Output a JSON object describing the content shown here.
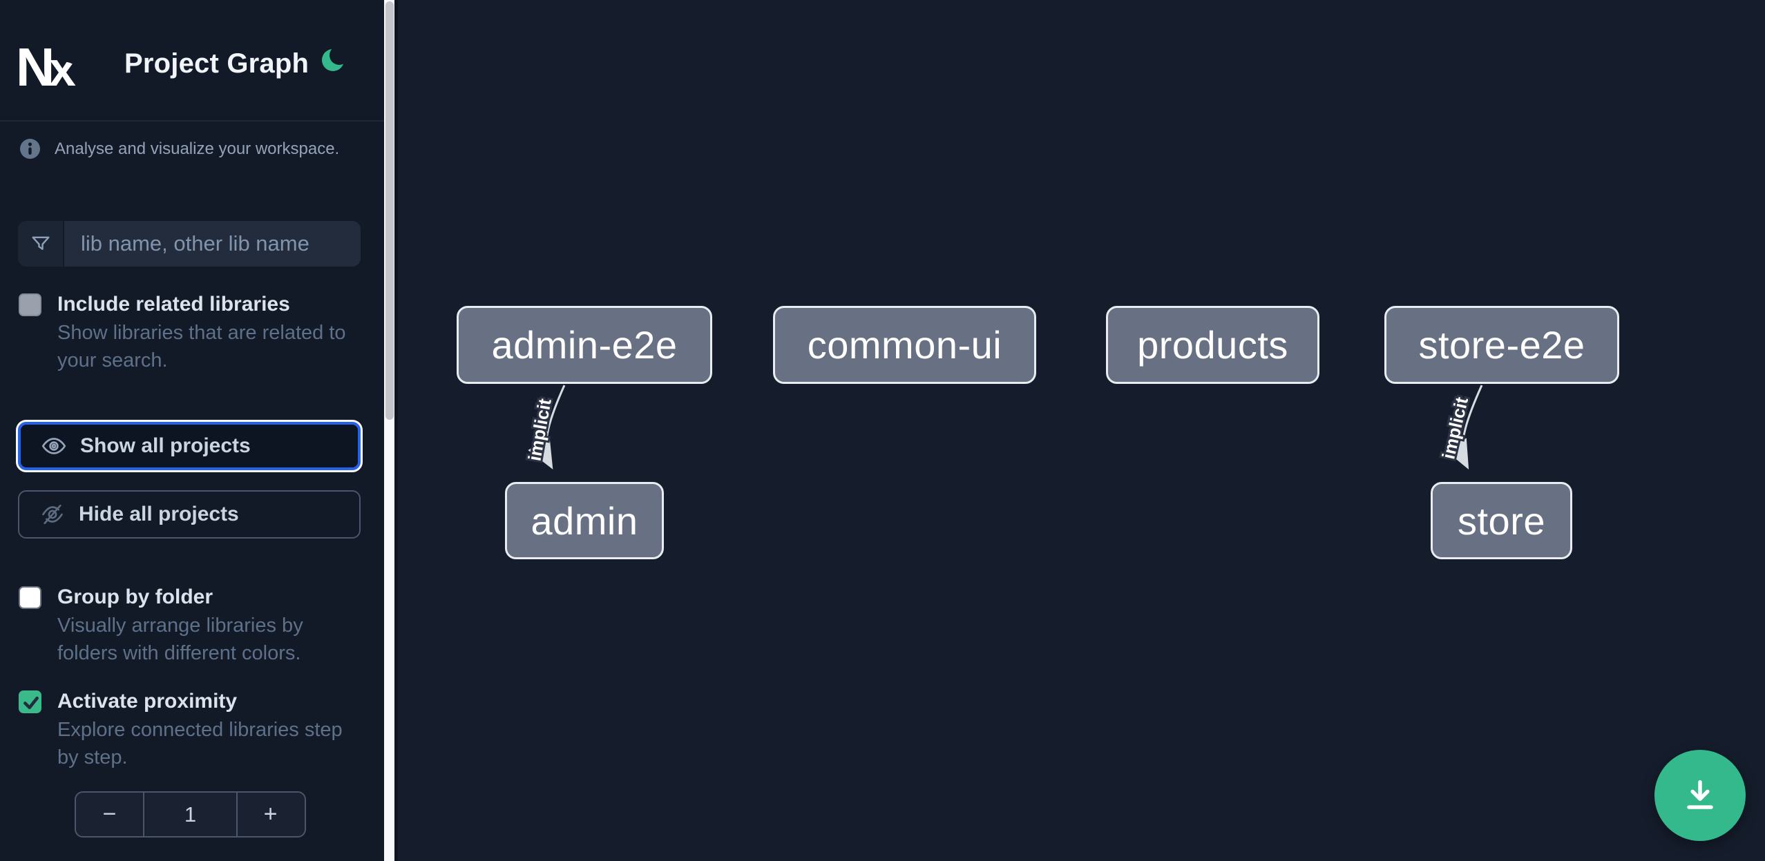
{
  "app": {
    "name": "Nx",
    "title": "Project Graph"
  },
  "theme": {
    "accent_green": "#34b98c",
    "focus_blue": "#2563eb",
    "sidebar_bg": "#121927",
    "canvas_bg": "#151c2b",
    "node_fill": "#687183",
    "node_border": "#e9edf2"
  },
  "header": {
    "theme_toggle_icon": "moon-icon"
  },
  "sidebar": {
    "tagline": "Analyse and visualize your workspace.",
    "search": {
      "icon": "filter-icon",
      "placeholder": "lib name, other lib name",
      "value": ""
    },
    "include_related": {
      "label": "Include related libraries",
      "description": "Show libraries that are related to your search.",
      "checked": false,
      "disabled": true
    },
    "show_all": {
      "label": "Show all projects",
      "icon": "eye-icon",
      "focused": true
    },
    "hide_all": {
      "label": "Hide all projects",
      "icon": "eye-off-icon"
    },
    "group_by_folder": {
      "label": "Group by folder",
      "description": "Visually arrange libraries by folders with different colors.",
      "checked": false
    },
    "activate_proximity": {
      "label": "Activate proximity",
      "description": "Explore connected libraries step by step.",
      "checked": true
    },
    "proximity_stepper": {
      "decrement": "−",
      "value": "1",
      "increment": "+"
    }
  },
  "graph": {
    "nodes": [
      {
        "label": "admin-e2e"
      },
      {
        "label": "common-ui"
      },
      {
        "label": "products"
      },
      {
        "label": "store-e2e"
      },
      {
        "label": "admin"
      },
      {
        "label": "store"
      }
    ],
    "edges": [
      {
        "from": "admin-e2e",
        "to": "admin",
        "label": "implicit"
      },
      {
        "from": "store-e2e",
        "to": "store",
        "label": "implicit"
      }
    ]
  },
  "fab": {
    "icon": "download-icon"
  }
}
